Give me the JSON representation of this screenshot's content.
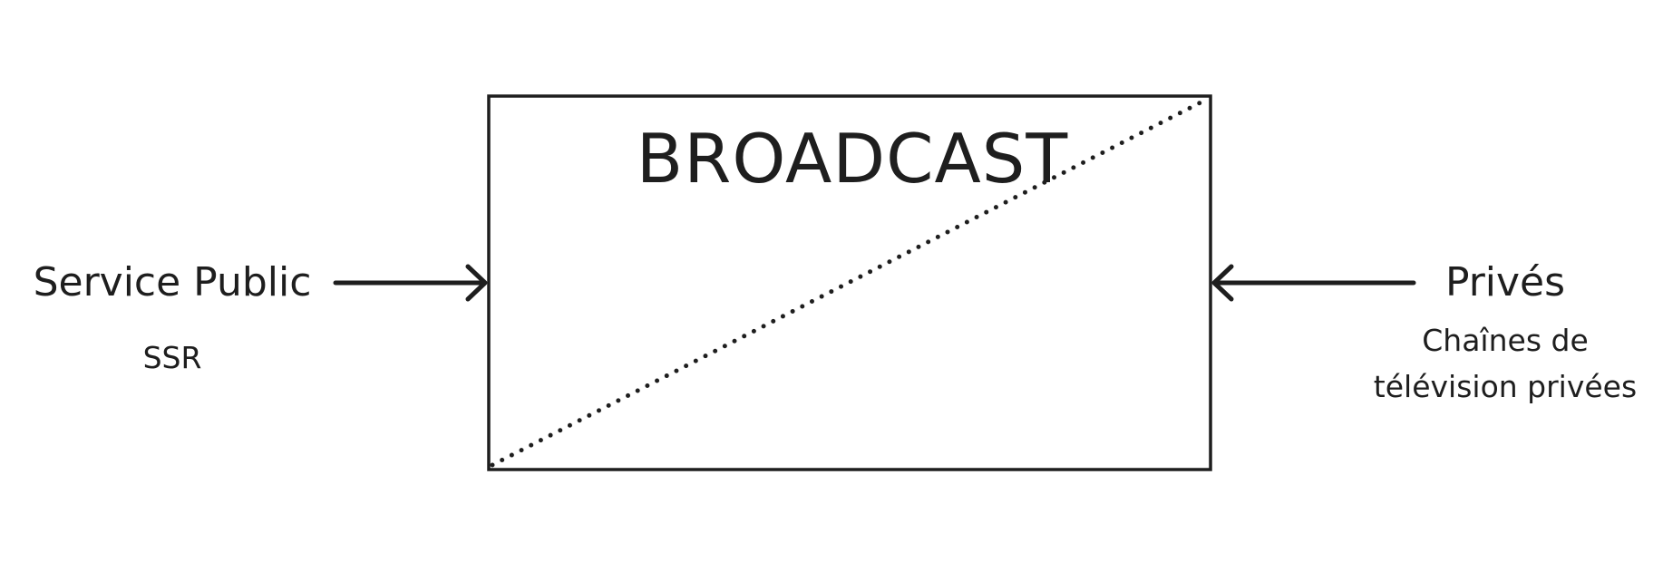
{
  "box": {
    "title": "BROADCAST"
  },
  "left": {
    "title": "Service Public",
    "subtitle": "SSR"
  },
  "right": {
    "title": "Privés",
    "subtitle_lines": [
      "Chaînes de",
      "télévision privées"
    ]
  },
  "colors": {
    "stroke": "#1e1e1e",
    "background": "#ffffff"
  }
}
